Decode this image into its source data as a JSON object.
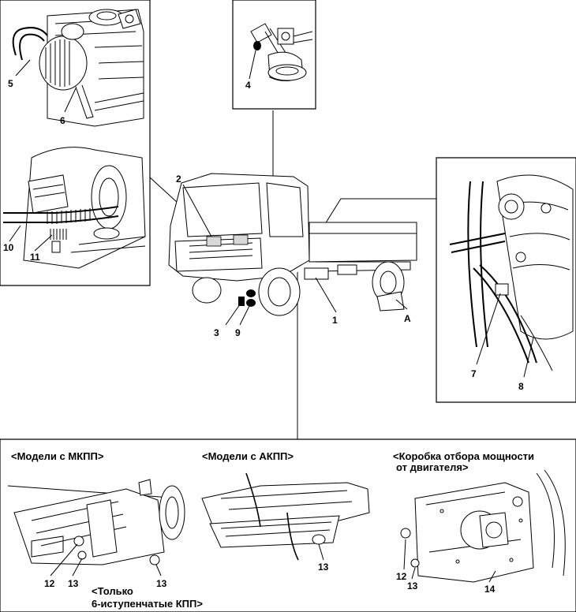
{
  "callouts": {
    "c1": "1",
    "c2": "2",
    "c3": "3",
    "c4": "4",
    "c5": "5",
    "c6": "6",
    "c7": "7",
    "c8": "8",
    "c9": "9",
    "c10": "10",
    "c11": "11",
    "c12a": "12",
    "c12b": "12",
    "c13a": "13",
    "c13b": "13",
    "c13c": "13",
    "c13d": "13",
    "c14": "14",
    "cA": "A"
  },
  "captions": {
    "mt_models": "<Модели с МКПП>",
    "at_models": "<Модели с АКПП>",
    "pto_line1": "<Коробка отбора мощности",
    "pto_line2": "от двигателя>",
    "six_speed_line1": "<Только",
    "six_speed_line2": "6-иступенчатые КПП>"
  }
}
